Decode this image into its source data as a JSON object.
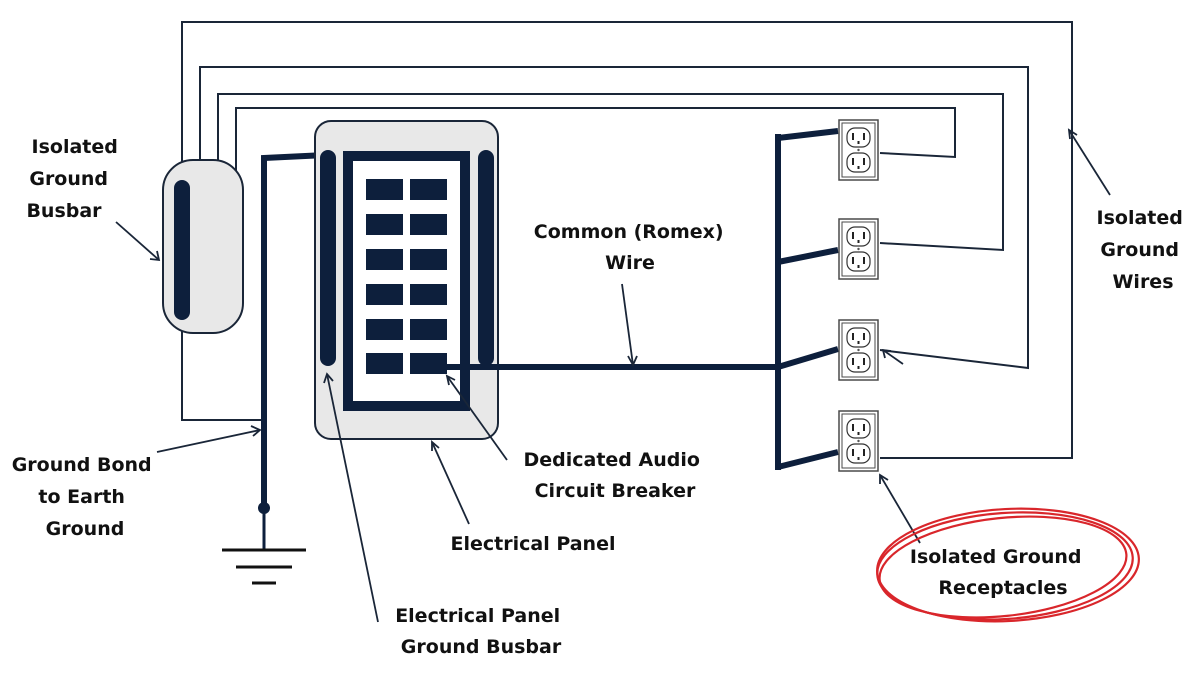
{
  "labels": {
    "isolated_ground_busbar": [
      "Isolated",
      "Ground",
      "Busbar"
    ],
    "ground_bond": [
      "Ground Bond",
      "to Earth",
      "Ground"
    ],
    "common_wire": [
      "Common (Romex)",
      "Wire"
    ],
    "isolated_ground_wires": [
      "Isolated",
      "Ground",
      "Wires"
    ],
    "dedicated_breaker": [
      "Dedicated Audio",
      "Circuit Breaker"
    ],
    "electrical_panel": "Electrical Panel",
    "panel_ground_busbar": [
      "Electrical Panel",
      "Ground Busbar"
    ],
    "isolated_ground_receptacles": [
      "Isolated Ground",
      "Receptacles"
    ]
  },
  "colors": {
    "wire_dark": "#0d1f3c",
    "thin_wire": "#1a2638",
    "panel_fill": "#e8e8e8",
    "highlight_circle": "#d9262b"
  },
  "icons": {
    "receptacle": "duplex-outlet-icon",
    "earth_ground": "earth-ground-icon"
  }
}
